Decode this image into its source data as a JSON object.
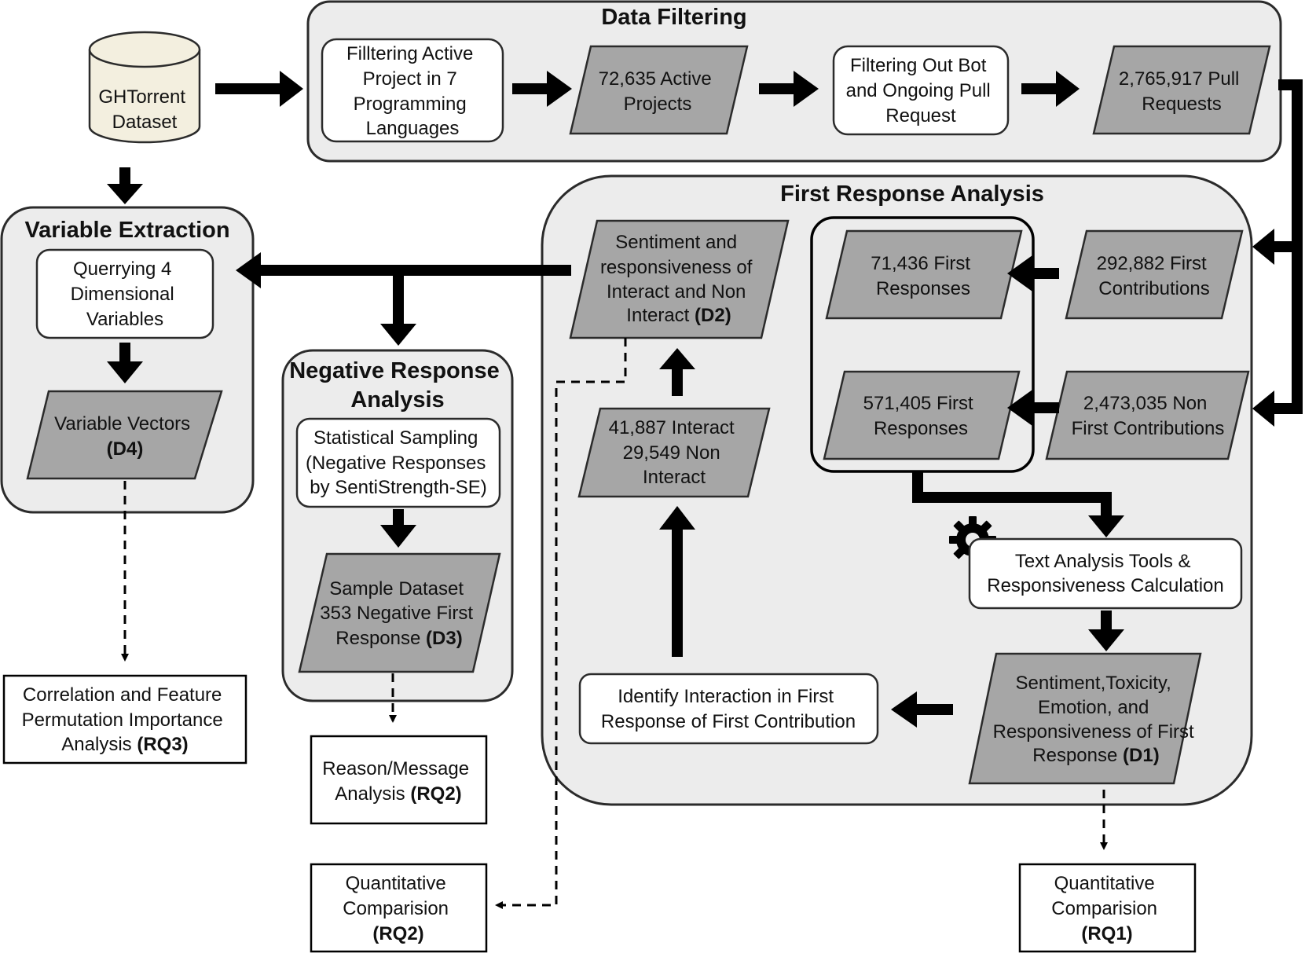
{
  "groups": {
    "data_filtering": "Data Filtering",
    "first_response_analysis": "First Response Analysis",
    "variable_extraction": "Variable Extraction",
    "negative_response_analysis": [
      "Negative Response",
      "Analysis"
    ]
  },
  "nodes": {
    "ghtorrent": [
      "GHTorrent",
      "Dataset"
    ],
    "filter_active": [
      "Filltering Active",
      "Project in 7",
      "Programming",
      "Languages"
    ],
    "active_projects": [
      "72,635 Active",
      "Projects"
    ],
    "filter_bot": [
      "Filtering Out Bot",
      "and Ongoing Pull",
      "Request"
    ],
    "pull_requests": [
      "2,765,917 Pull",
      "Requests"
    ],
    "first_contributions": [
      "292,882 First",
      "Contributions"
    ],
    "non_first_contributions": [
      "2,473,035 Non",
      "First Contributions"
    ],
    "first_responses_a": [
      "71,436 First",
      "Responses"
    ],
    "first_responses_b": [
      "571,405 First",
      "Responses"
    ],
    "text_analysis": [
      "Text Analysis Tools &",
      "Responsiveness Calculation"
    ],
    "d1": [
      "Sentiment,Toxicity,",
      "Emotion, and",
      "Responsiveness of First",
      "Response"
    ],
    "d1_tag": "(D1)",
    "identify_interaction": [
      "Identify Interaction in First",
      "Response of First Contribution"
    ],
    "interact_counts": [
      "41,887 Interact",
      "29,549 Non",
      "Interact"
    ],
    "d2": [
      "Sentiment and",
      "responsiveness of",
      "Interact and Non",
      "Interact"
    ],
    "d2_tag": "(D2)",
    "querying": [
      "Querrying 4",
      "Dimensional",
      "Variables"
    ],
    "variable_vectors": "Variable Vectors",
    "d4_tag": "(D4)",
    "statistical_sampling": [
      "Statistical Sampling",
      "(Negative Responses",
      "by SentiStrength-SE)"
    ],
    "sample_dataset": [
      "Sample Dataset",
      "353 Negative First",
      "Response"
    ],
    "d3_tag": "(D3)",
    "rq3_box": [
      "Correlation and Feature",
      "Permutation Importance",
      "Analysis"
    ],
    "rq3_tag": "(RQ3)",
    "rq2_reason": [
      "Reason/Message",
      "Analysis"
    ],
    "rq2_reason_tag": "(RQ2)",
    "rq2_quant": [
      "Quantitative",
      "Comparision"
    ],
    "rq2_quant_tag": "(RQ2)",
    "rq1_quant": [
      "Quantitative",
      "Comparision"
    ],
    "rq1_quant_tag": "(RQ1)"
  },
  "colors": {
    "group_fill": "#ececec",
    "data_fill": "#a6a6a6",
    "process_fill": "#ffffff",
    "stroke": "#2b2b2b",
    "arrow": "#000000",
    "cylinder_fill": "#f3efdf"
  },
  "icons": {
    "settings": "gear-icon"
  }
}
